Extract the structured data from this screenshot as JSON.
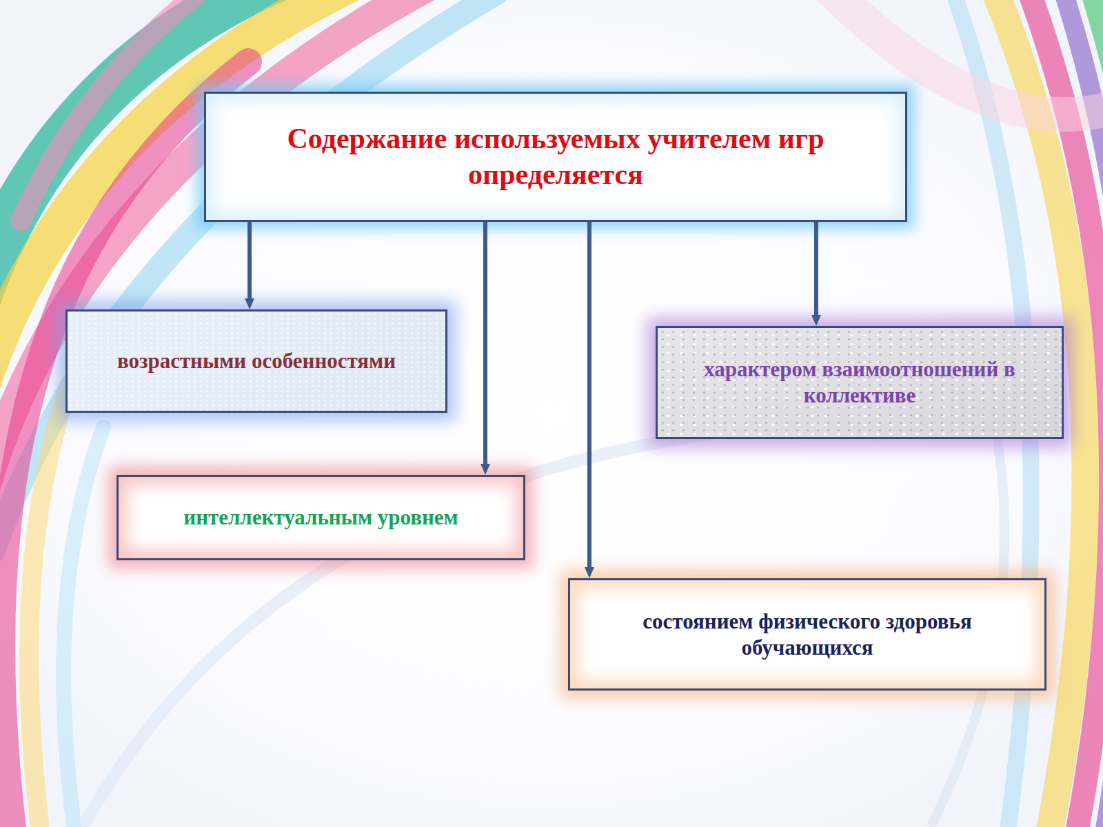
{
  "diagram": {
    "nodes": [
      {
        "text": [
          "Содержание используемых учителем игр определяется"
        ]
      },
      {
        "text": [
          "возрастными особенностями"
        ]
      },
      {
        "text": [
          "характером взаимоотношений в коллективе"
        ]
      },
      {
        "text": [
          "интеллектуальным уровнем"
        ]
      },
      {
        "text": [
          "состоянием физического здоровья обучающихся"
        ]
      }
    ],
    "edges": [
      {
        "from": 0,
        "to": 1,
        "arrow": "to"
      },
      {
        "from": 0,
        "to": 3,
        "arrow": "to"
      },
      {
        "from": 0,
        "to": 4,
        "arrow": "to"
      },
      {
        "from": 0,
        "to": 2,
        "arrow": "to"
      }
    ]
  }
}
